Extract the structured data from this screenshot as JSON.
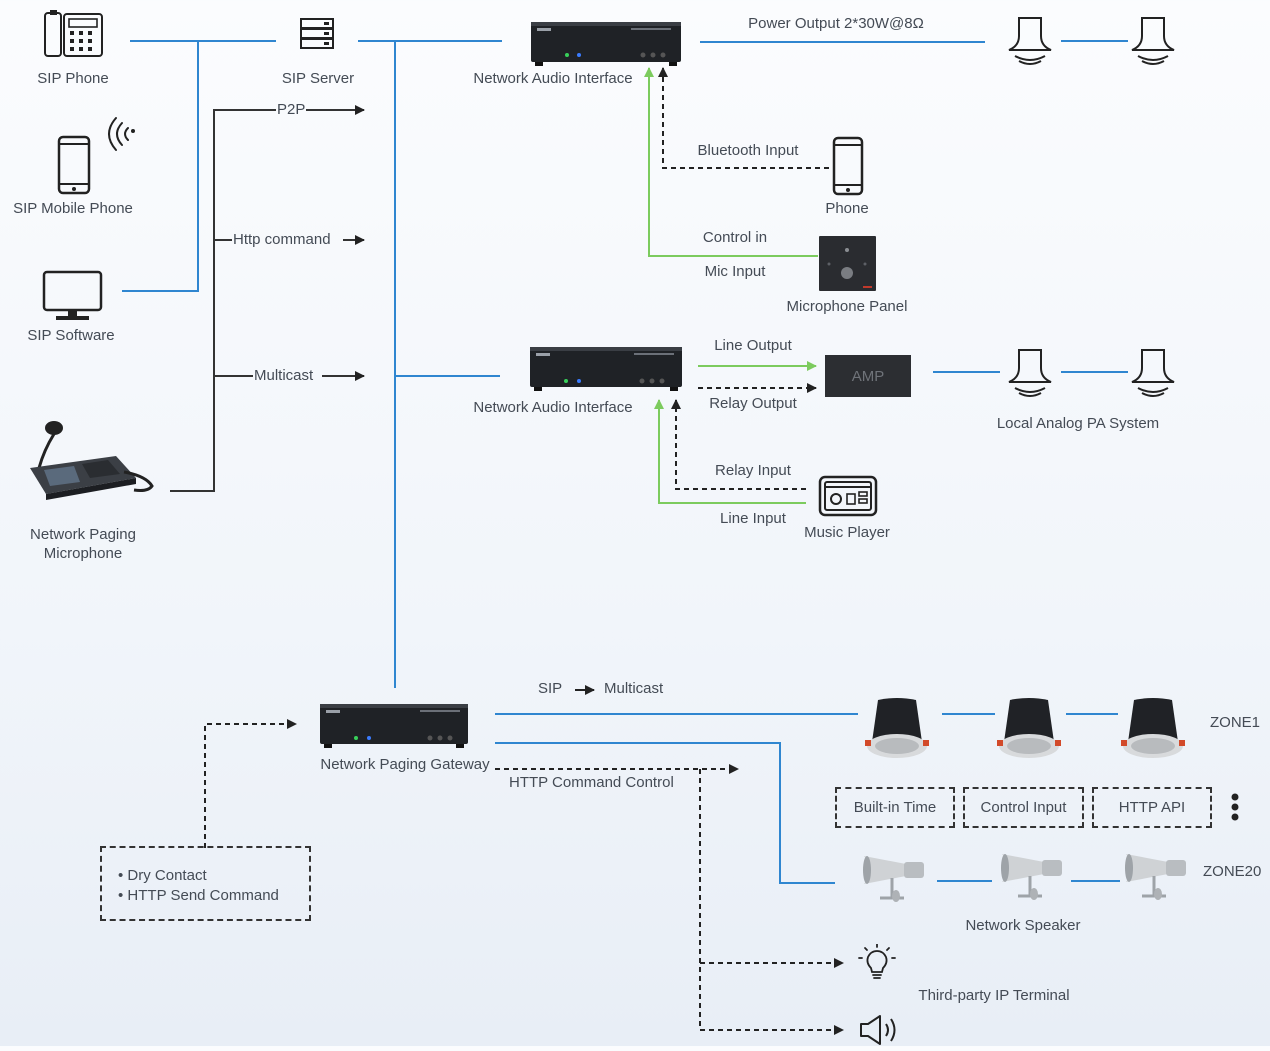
{
  "devices": {
    "sip_phone": "SIP Phone",
    "sip_mobile_phone": "SIP Mobile Phone",
    "sip_software": "SIP  Software",
    "network_paging_microphone": "Network Paging\nMicrophone",
    "sip_server": "SIP Server",
    "network_audio_interface_1": "Network Audio Interface",
    "network_audio_interface_2": "Network Audio Interface",
    "phone": "Phone",
    "microphone_panel": "Microphone Panel",
    "amp": "AMP",
    "music_player": "Music Player",
    "local_analog_pa_system": "Local Analog PA System",
    "network_paging_gateway": "Network Paging Gateway",
    "network_speaker": "Network Speaker",
    "third_party_ip_terminal": "Third-party IP Terminal"
  },
  "links": {
    "p2p": "P2P",
    "http_command": "Http command",
    "multicast": "Multicast",
    "power_output": "Power Output 2*30W@8Ω",
    "bluetooth_input": "Bluetooth Input",
    "control_in": "Control in",
    "mic_input": "Mic Input",
    "line_output": "Line Output",
    "relay_output": "Relay Output",
    "relay_input": "Relay Input",
    "line_input": "Line Input",
    "sip": "SIP",
    "sip_multicast": "Multicast",
    "http_command_control": "HTTP Command Control"
  },
  "triggers": {
    "items": [
      "Dry Contact",
      "HTTP Send Command"
    ]
  },
  "zones": {
    "zone1": "ZONE1",
    "zone20": "ZONE20",
    "tags": [
      "Built-in Time",
      "Control Input",
      "HTTP API"
    ]
  },
  "colors": {
    "network_line": "#2f86d0",
    "green_line": "#7ccb5e",
    "dark_line": "#333333"
  }
}
